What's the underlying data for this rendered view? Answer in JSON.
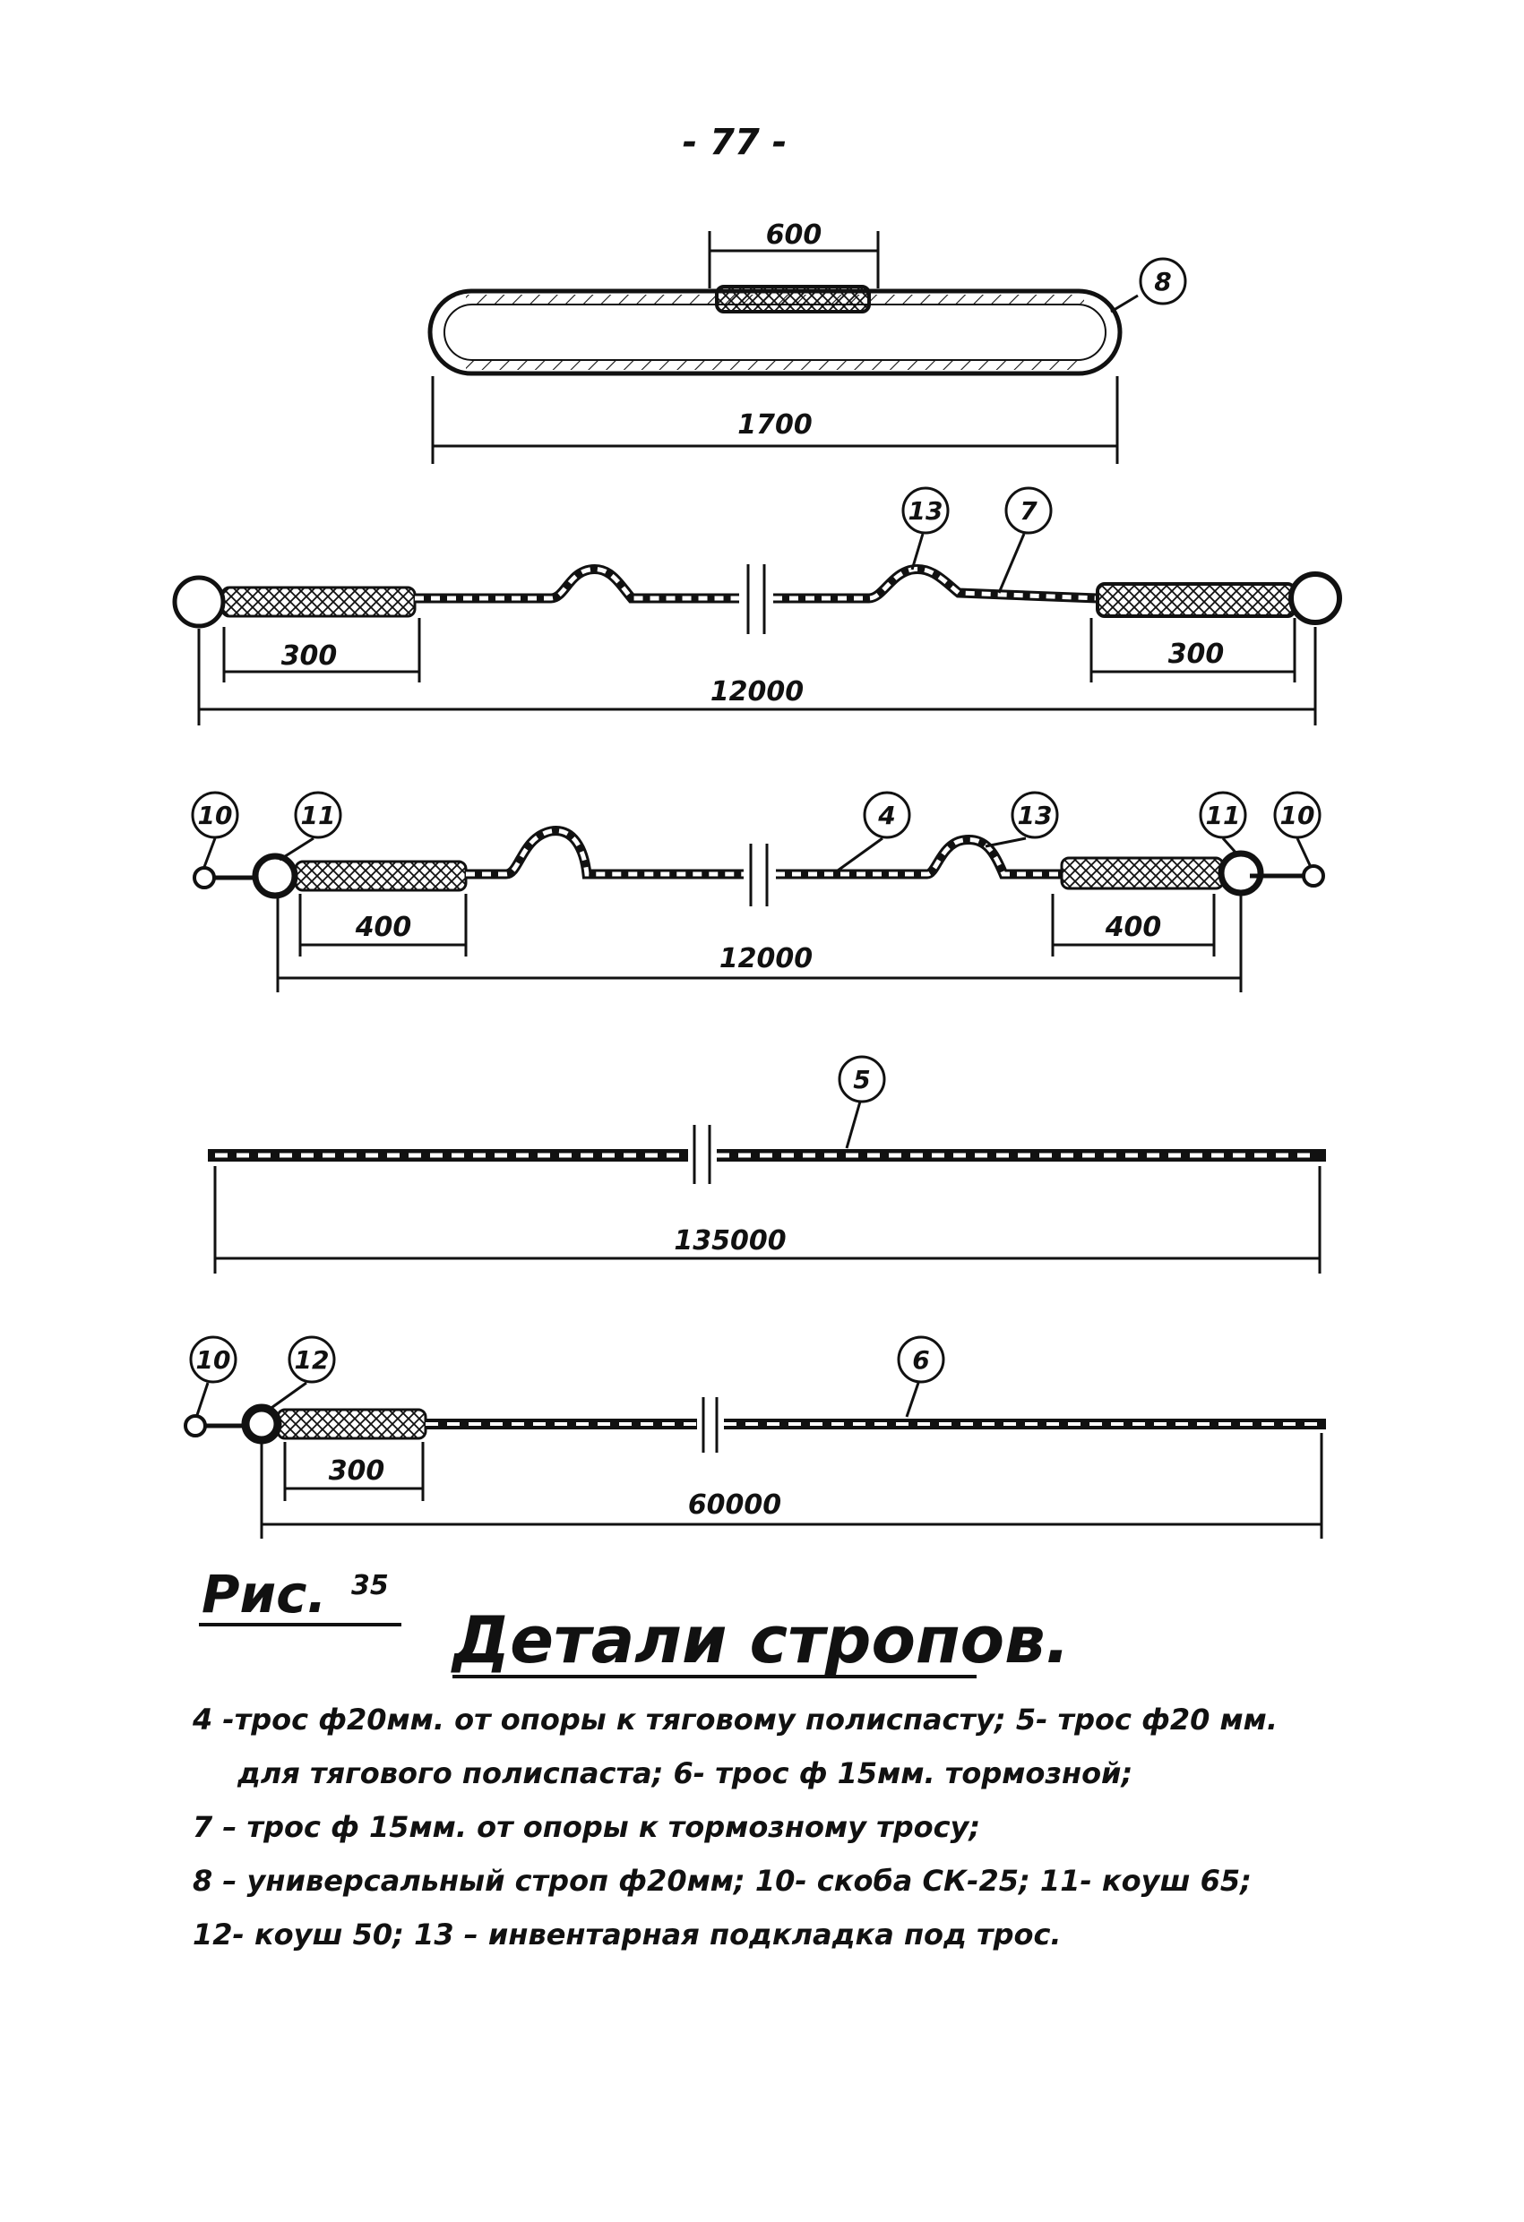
{
  "page_number": "- 77 -",
  "figure": {
    "label": "Рис.",
    "number": "35",
    "title": "Детали стропов."
  },
  "diagrams": {
    "sling_8": {
      "callouts": [
        "8"
      ],
      "dimensions": {
        "splice": "600",
        "overall": "1700"
      }
    },
    "rope_7": {
      "callouts": [
        "13",
        "7"
      ],
      "dimensions": {
        "left_end": "300",
        "right_end": "300",
        "overall": "12000"
      }
    },
    "rope_4": {
      "callouts": [
        "10",
        "11",
        "4",
        "13",
        "11",
        "10"
      ],
      "dimensions": {
        "left_end": "400",
        "right_end": "400",
        "overall": "12000"
      }
    },
    "rope_5": {
      "callouts": [
        "5"
      ],
      "dimensions": {
        "overall": "135000"
      }
    },
    "rope_6": {
      "callouts": [
        "10",
        "12",
        "6"
      ],
      "dimensions": {
        "left_end": "300",
        "overall": "60000"
      }
    }
  },
  "caption_lines": [
    "4 -трос ф20мм. от опоры к тяговому полиспасту;  5- трос ф20 мм.",
    "для тягового полиспаста;  6- трос ф 15мм. тормозной;",
    "7 – трос ф 15мм. от опоры к тормозному тросу;",
    "8 – универсальный строп ф20мм;  10- скоба СК-25;  11- коуш 65;",
    "12- коуш 50;  13 – инвентарная подкладка под трос."
  ],
  "colors": {
    "ink": "#111111",
    "paper": "#ffffff"
  }
}
